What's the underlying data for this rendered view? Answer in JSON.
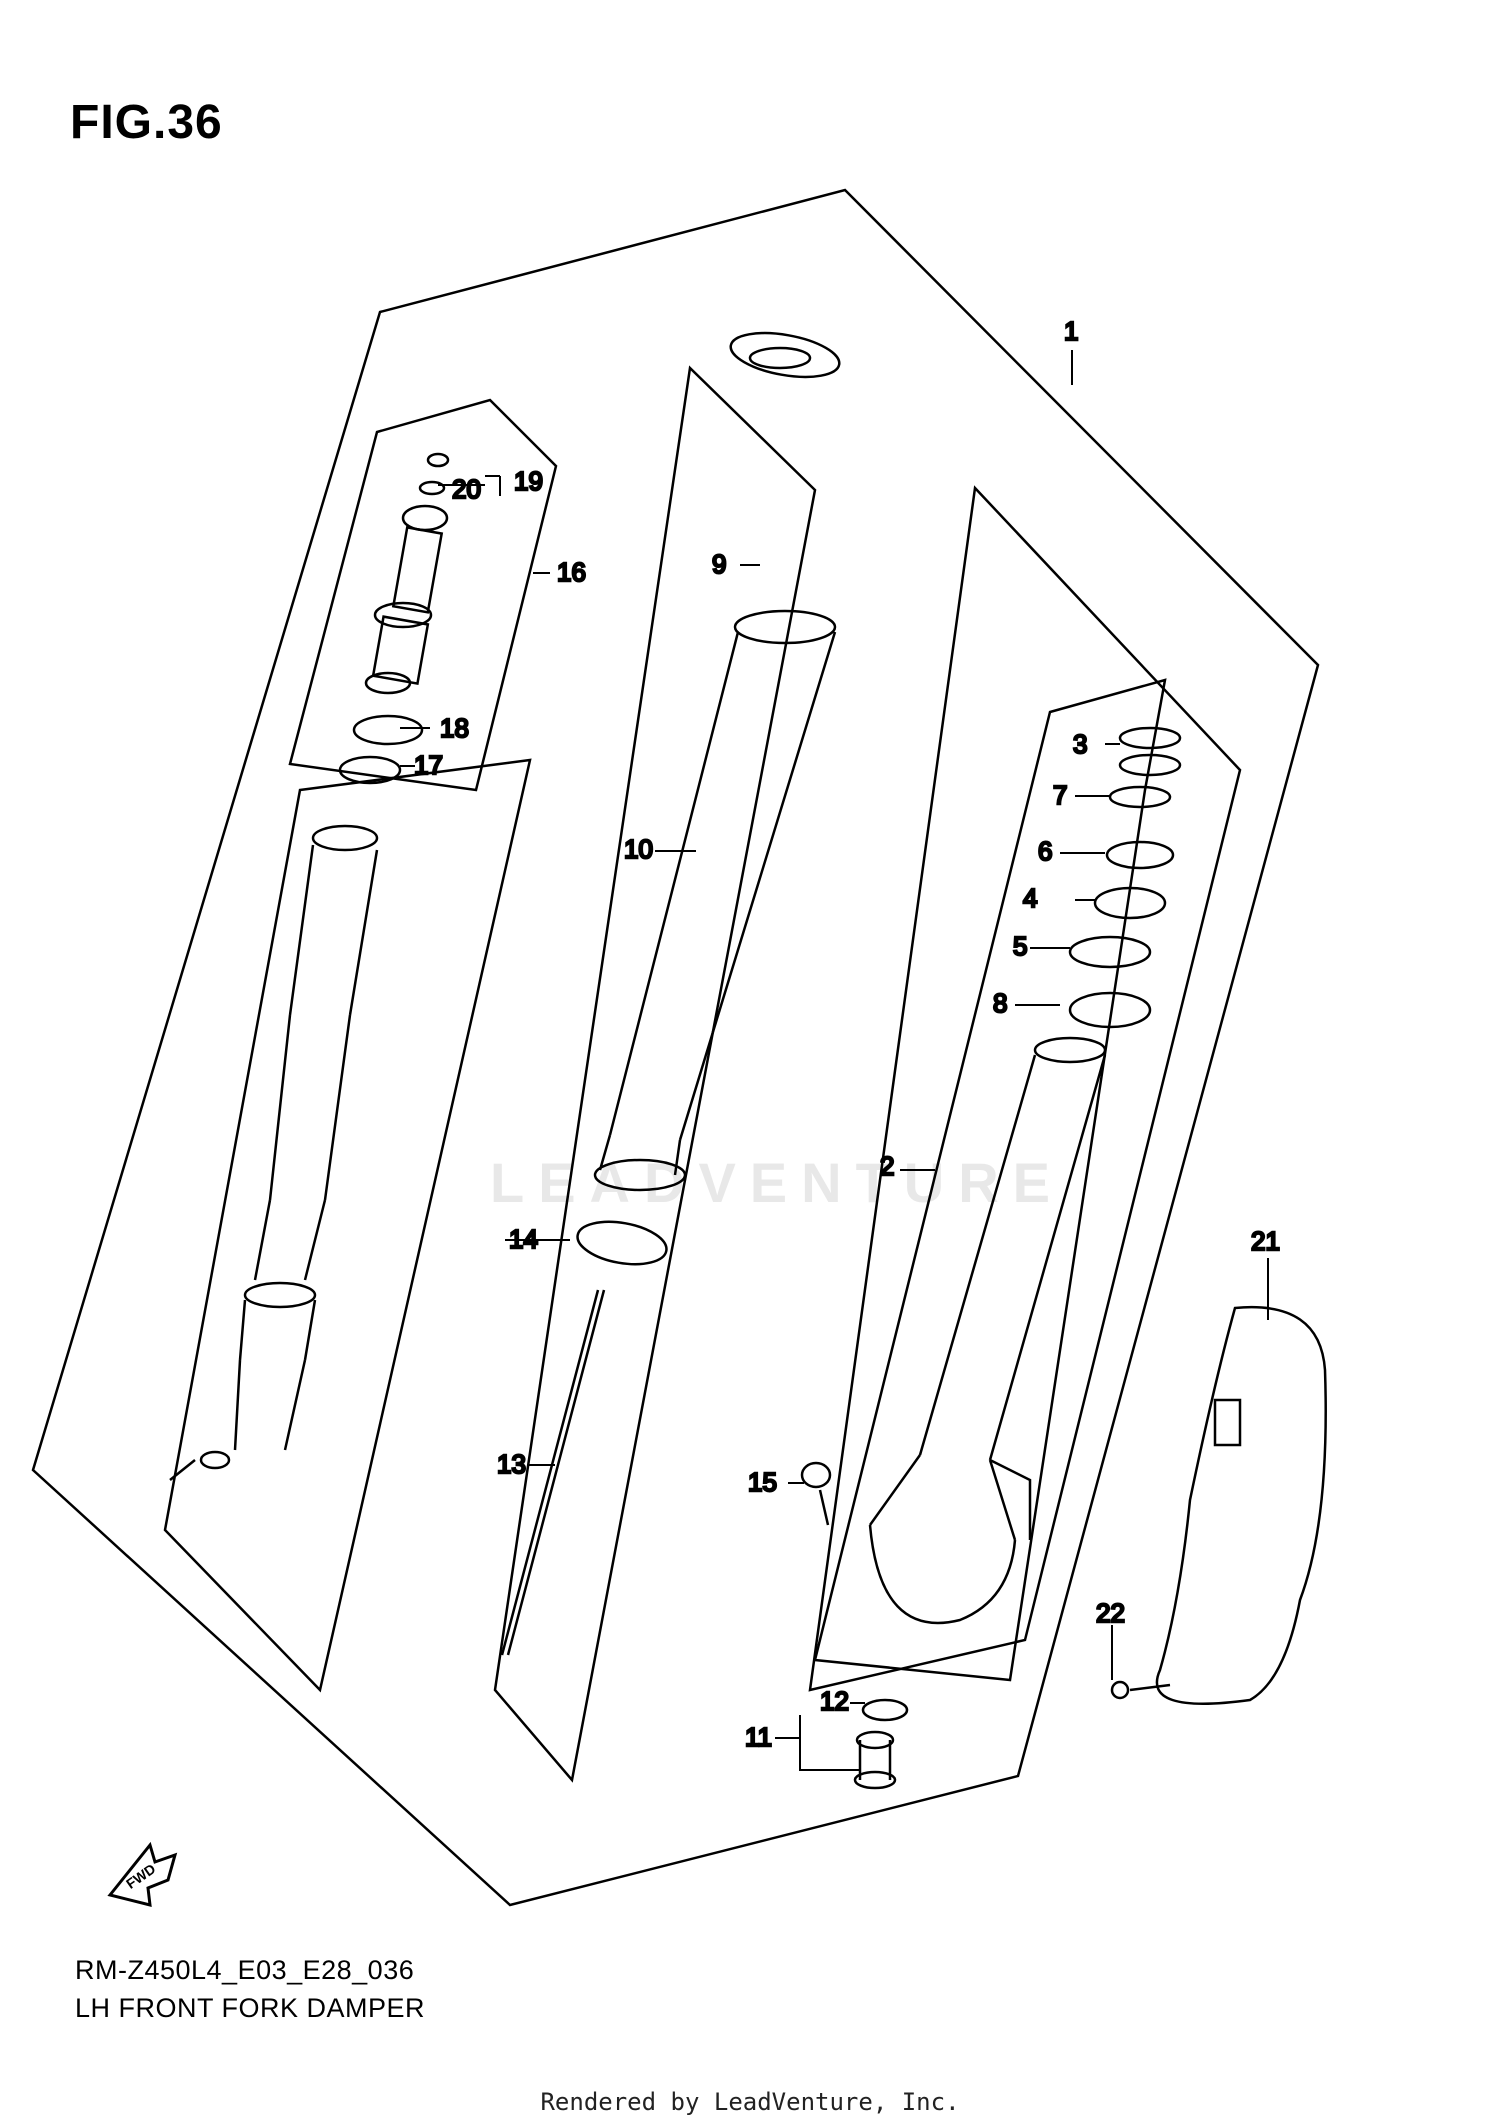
{
  "figure": {
    "title": "FIG.36",
    "model_code": "RM-Z450L4_E03_E28_036",
    "diagram_title": "LH FRONT FORK DAMPER"
  },
  "watermark": {
    "text": "LEADVENTURE"
  },
  "fwd_arrow": {
    "label": "FWD"
  },
  "credit": "Rendered by LeadVenture, Inc.",
  "callouts": [
    "1",
    "2",
    "3",
    "4",
    "5",
    "6",
    "7",
    "8",
    "9",
    "10",
    "11",
    "12",
    "13",
    "14",
    "15",
    "16",
    "17",
    "18",
    "19",
    "20",
    "21",
    "22"
  ],
  "colors": {
    "line": "#000000",
    "background": "#ffffff",
    "watermark": "#e8e8e8"
  }
}
